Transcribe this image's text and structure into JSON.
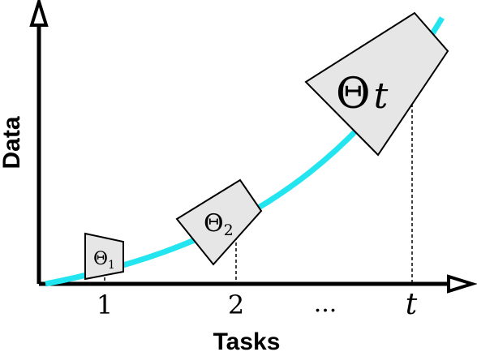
{
  "axes": {
    "x_label": "Tasks",
    "y_label": "Data"
  },
  "ticks": {
    "first": "1",
    "second": "2",
    "ellipsis": "...",
    "last": "t"
  },
  "models": {
    "m1": {
      "theta": "Θ",
      "subscript": "1"
    },
    "m2": {
      "theta": "Θ",
      "subscript": "2"
    },
    "mt": {
      "theta": "Θ",
      "subscript": "t"
    }
  },
  "colors": {
    "curve": "#22e5f0",
    "model_fill": "#e6e6e6",
    "axis": "#000000"
  }
}
